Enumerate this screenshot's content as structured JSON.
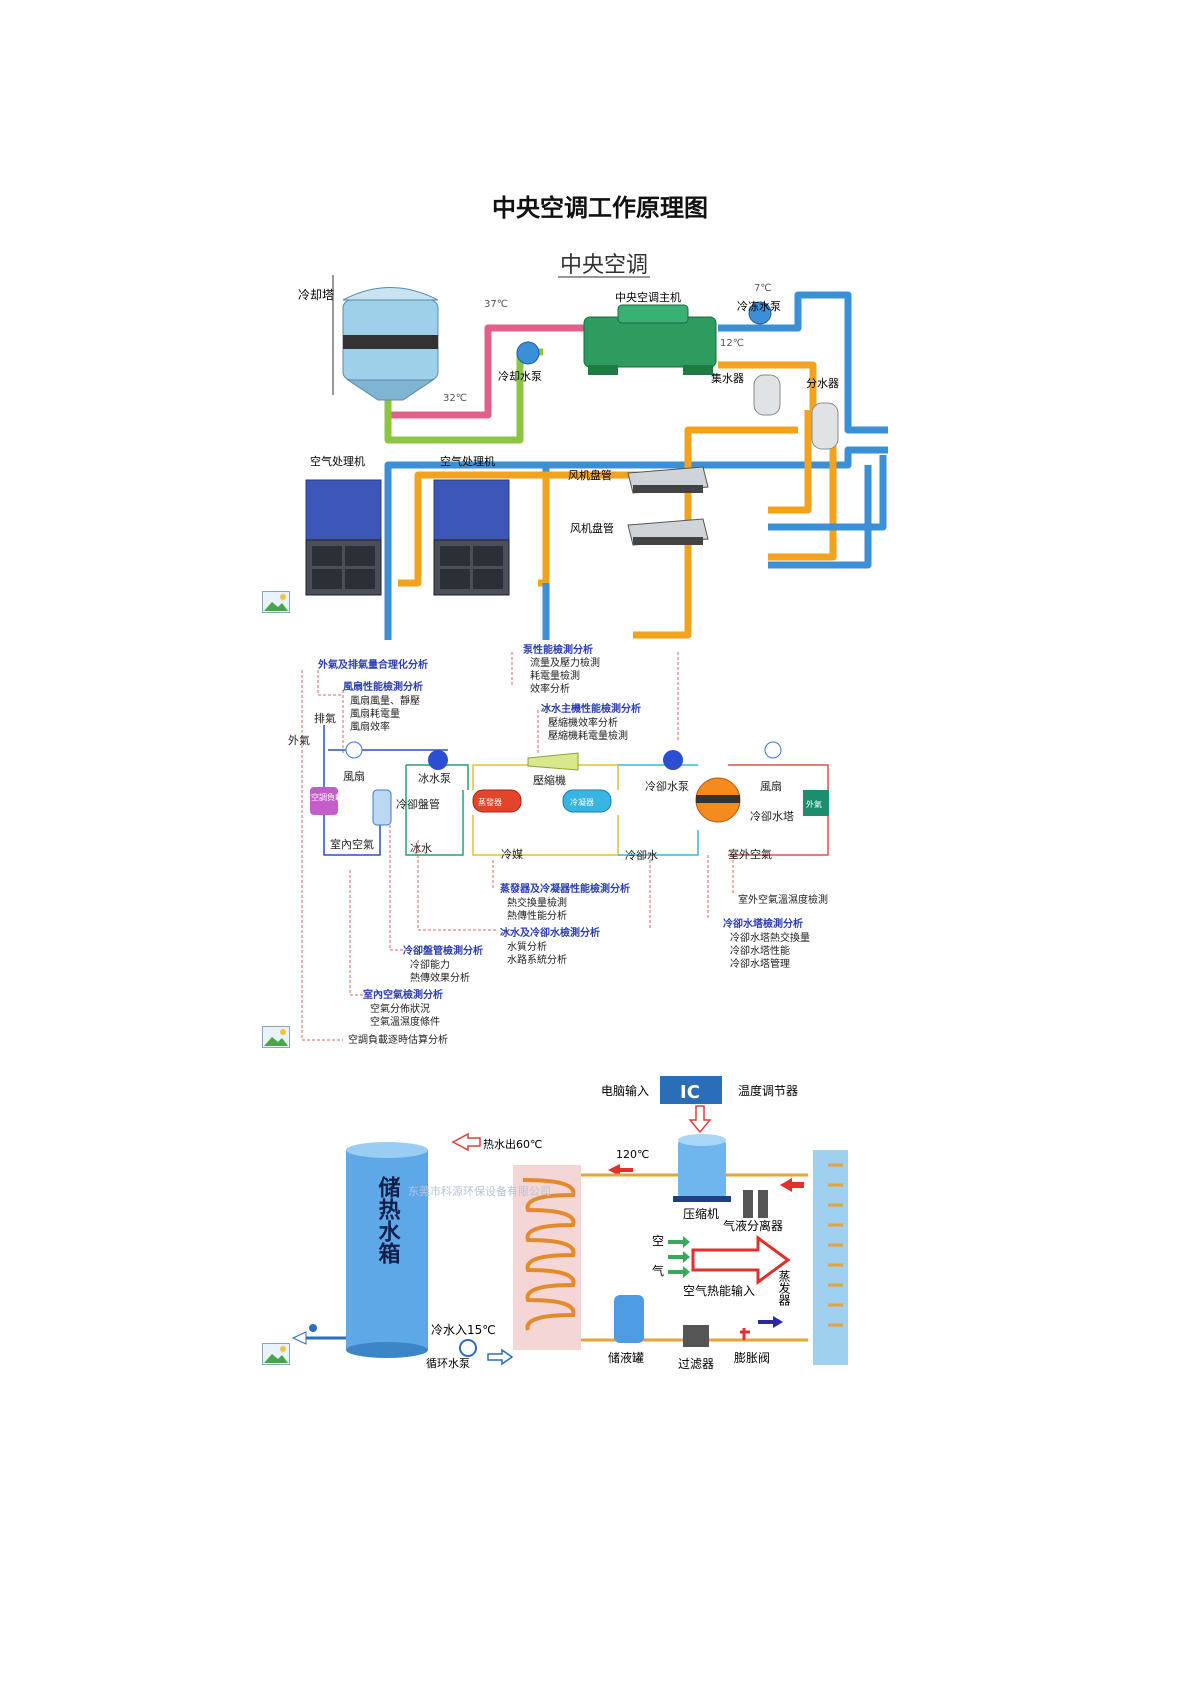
{
  "page": {
    "title": "中央空调工作原理图"
  },
  "diagram1": {
    "heading": "中央空调",
    "labels": {
      "cooling_tower": "冷却塔",
      "main_unit": "中央空调主机",
      "chilled_pump": "冷冻水泵",
      "cooling_pump": "冷却水泵",
      "collector": "集水器",
      "distributor": "分水器",
      "ahu1": "空气处理机",
      "ahu2": "空气处理机",
      "fcu1": "风机盘管",
      "fcu2": "风机盘管",
      "t37": "37℃",
      "t32": "32℃",
      "t7": "7℃",
      "t12": "12℃"
    }
  },
  "diagram2": {
    "labels": {
      "outdoor_air": "外氣",
      "exhaust": "排氣",
      "fan_left": "風扇",
      "ac_load": "空調負載",
      "cooling_coil": "冷卻盤管",
      "indoor_air": "室內空氣",
      "chw_pump": "冰水泵",
      "chw": "冰水",
      "evaporator": "蒸發器",
      "compressor": "壓縮機",
      "condenser": "冷凝器",
      "refrigerant": "冷媒",
      "cw_pump": "冷卻水泵",
      "cw": "冷卻水",
      "fan_right": "風扇",
      "cooling_tower": "冷卻水塔",
      "outdoor": "外氣",
      "outdoor_air2": "室外空氣"
    },
    "blocks": [
      {
        "title": "外氣及排氣量合理化分析",
        "items": []
      },
      {
        "title": "風扇性能檢測分析",
        "items": [
          "風扇風量、靜壓",
          "風扇耗電量",
          "風扇效率"
        ]
      },
      {
        "title": "泵性能檢測分析",
        "items": [
          "流量及壓力檢測",
          "耗電量檢測",
          "效率分析"
        ]
      },
      {
        "title": "冰水主機性能檢測分析",
        "items": [
          "壓縮機效率分析",
          "壓縮機耗電量檢測"
        ]
      },
      {
        "title": "蒸發器及冷凝器性能檢測分析",
        "items": [
          "熱交換量檢測",
          "熱傳性能分析"
        ]
      },
      {
        "title": "冰水及冷卻水檢測分析",
        "items": [
          "水質分析",
          "水路系統分析"
        ]
      },
      {
        "title": "冷卻盤管檢測分析",
        "items": [
          "冷卻能力",
          "熱傳效果分析"
        ]
      },
      {
        "title": "室內空氣檢測分析",
        "items": [
          "空氣分佈狀況",
          "空氣溫濕度條件"
        ]
      },
      {
        "title": "冷卻水塔檢測分析",
        "items": [
          "冷卻水塔熱交換量",
          "冷卻水塔性能",
          "冷卻水塔管理"
        ]
      },
      {
        "title": "室外空氣溫濕度檢測",
        "items": []
      },
      {
        "title": "空調負載逐時估算分析",
        "items": []
      }
    ]
  },
  "diagram3": {
    "labels": {
      "pc_input": "电脑输入",
      "ic": "IC",
      "thermostat": "温度调节器",
      "tank": "储热水箱",
      "hot_out": "热水出60℃",
      "t120": "120℃",
      "watermark": "东莞市科源环保设备有限公司",
      "compressor": "压缩机",
      "separator": "气液分离器",
      "air": "空气",
      "air_heat": "空气热能输入",
      "evaporator": "蒸发器",
      "cold_in": "冷水入15℃",
      "circ_pump": "循环水泵",
      "receiver": "储液罐",
      "filter": "过滤器",
      "exp_valve": "膨胀阀"
    }
  },
  "colors": {
    "chilled_supply": "#3a8fd6",
    "chilled_return": "#f2a21c",
    "cooling_hot": "#e0608a",
    "cooling_cold": "#8cc63e",
    "machine": "#2e9b5f"
  }
}
